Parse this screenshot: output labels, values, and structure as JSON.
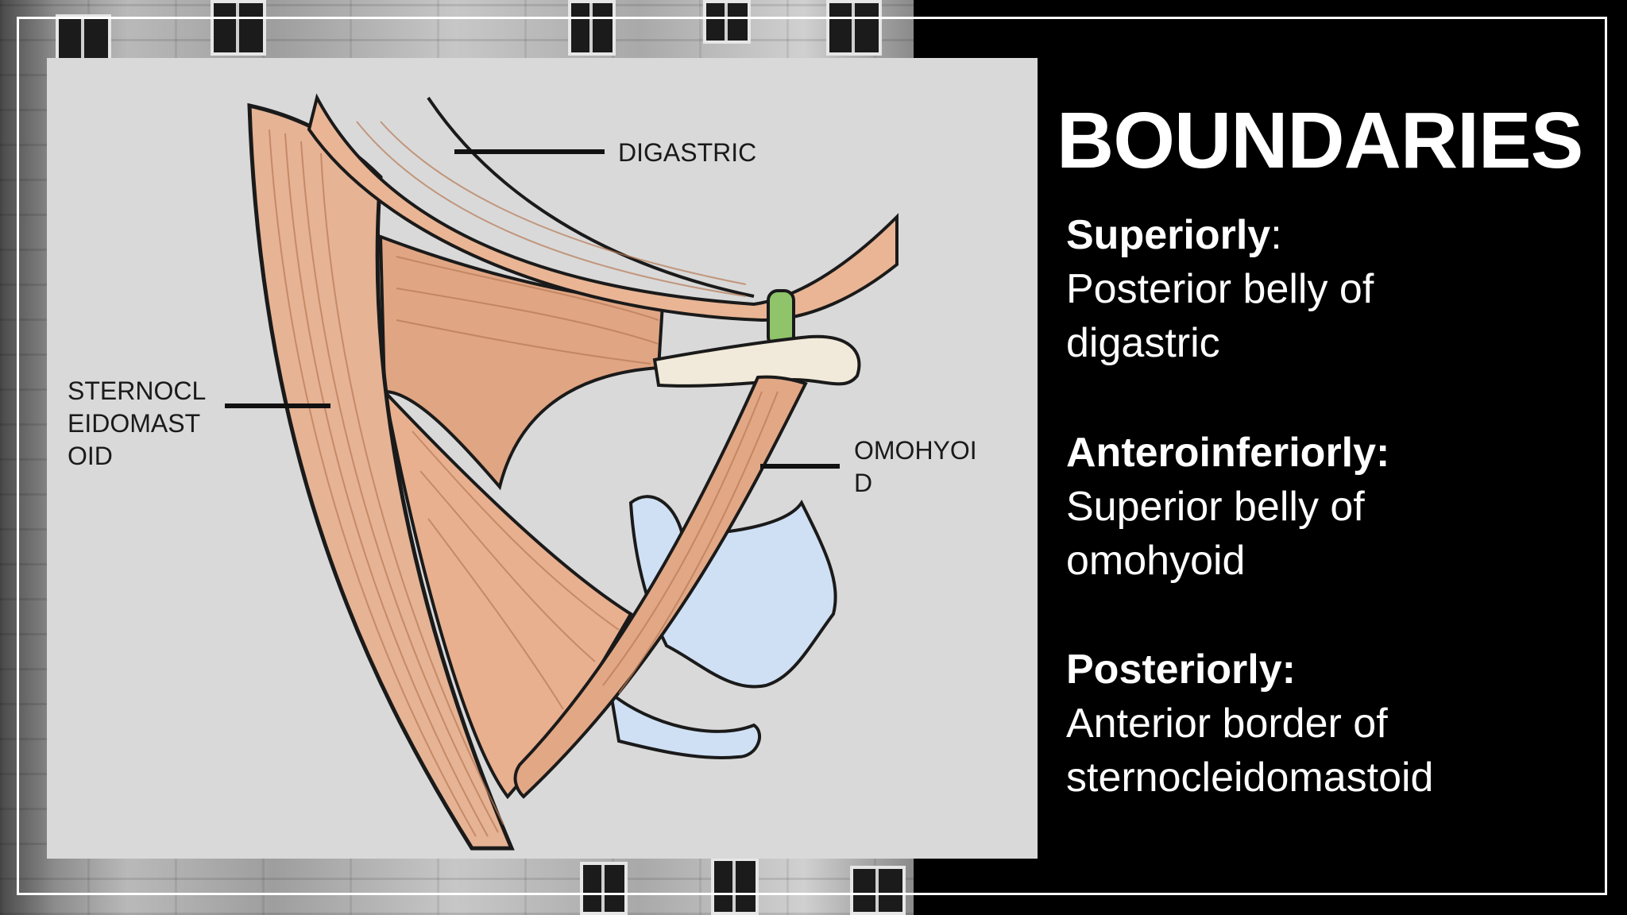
{
  "slide": {
    "title": "BOUNDARIES",
    "boundaries": [
      {
        "heading": "Superiorly",
        "punct": ":",
        "text": "Posterior belly of\ndigastric"
      },
      {
        "heading": "Anteroinferiorly:",
        "punct": "",
        "text": "Superior belly of\nomohyoid"
      },
      {
        "heading": "Posteriorly:",
        "punct": "",
        "text": "Anterior border of\nsternocleidomastoid"
      }
    ]
  },
  "figure": {
    "labels": {
      "digastric": "DIGASTRIC",
      "sternocleidomastoid": "STERNOCL\nEIDOMAST\nOID",
      "omohyoid": "OMOHYOI\nD"
    }
  },
  "colors": {
    "slide_background": "#000000",
    "figure_background": "#d9d9d9",
    "muscle": "#e8b08f",
    "muscle_dark": "#c98a63",
    "bone": "#f1e9d9",
    "cartilage": "#cfe0f4",
    "hyoid_process": "#8fc46a",
    "text": "#ffffff"
  }
}
